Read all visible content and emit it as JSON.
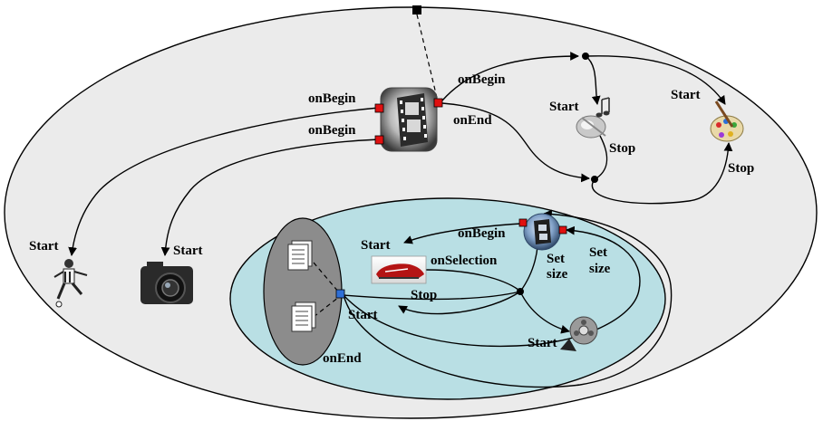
{
  "labels": {
    "film_on_begin_top": "onBegin",
    "film_on_begin_mid": "onBegin",
    "film_on_begin_low": "onBegin",
    "film_on_end": "onEnd",
    "start_music": "Start",
    "stop_music": "Stop",
    "start_palette": "Start",
    "stop_palette": "Stop",
    "start_soccer": "Start",
    "start_camera": "Start",
    "start_inner": "Start",
    "on_begin_inner": "onBegin",
    "on_selection": "onSelection",
    "set_size_1a": "Set",
    "set_size_1b": "size",
    "set_size_2a": "Set",
    "set_size_2b": "size",
    "stop_shoe": "Stop",
    "start_docs": "Start",
    "start_reel": "Start",
    "on_end_docs": "onEnd"
  },
  "colors": {
    "outer_fill": "#ebebeb",
    "inner_fill": "#b9dfe4",
    "doc_group_fill": "#8c8c8c",
    "port_red": "#e01010",
    "port_blue": "#2f6fd6",
    "port_black": "#000000"
  },
  "icons": [
    "film-strip-icon",
    "music-note-icon",
    "palette-icon",
    "soccer-player-icon",
    "camera-icon",
    "film-bubble-icon",
    "shoe-icon",
    "document-icon",
    "film-reel-icon"
  ]
}
